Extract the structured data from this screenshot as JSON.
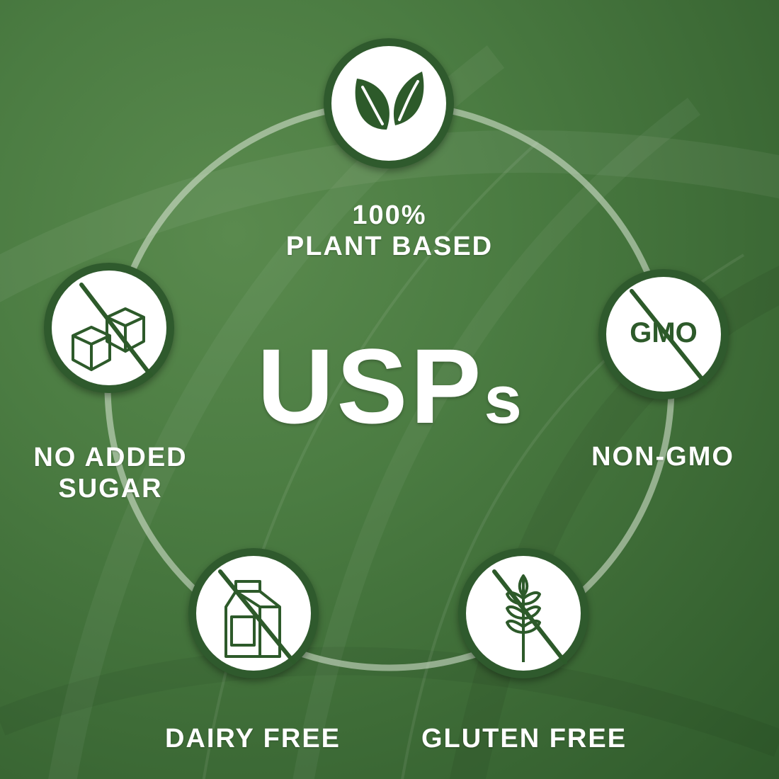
{
  "title": {
    "main": "USP",
    "suffix": "s"
  },
  "colors": {
    "badge_ring": "#2f5a2d",
    "icon_stroke": "#2d5a2a",
    "badge_fill": "#ffffff",
    "label": "#ffffff"
  },
  "usps": [
    {
      "label_line1": "100%",
      "label_line2": "PLANT BASED",
      "icon": "leaves-icon"
    },
    {
      "label": "NON-GMO",
      "icon": "no-gmo-icon",
      "icon_text": "GMO"
    },
    {
      "label": "GLUTEN FREE",
      "icon": "no-wheat-icon"
    },
    {
      "label": "DAIRY FREE",
      "icon": "no-milk-carton-icon"
    },
    {
      "label_line1": "NO ADDED",
      "label_line2": "SUGAR",
      "icon": "no-sugar-cubes-icon"
    }
  ]
}
